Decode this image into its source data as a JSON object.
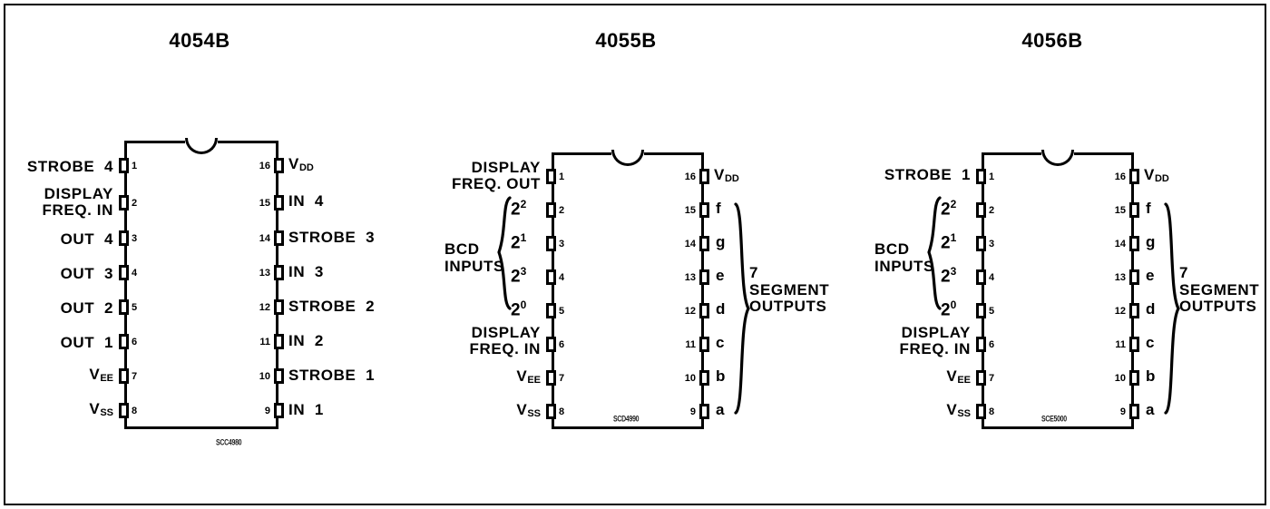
{
  "page": {
    "background_color": "#ffffff",
    "ink_color": "#000000",
    "border_color": "#000000"
  },
  "chips": [
    {
      "title": "4054B",
      "part_code": "SCC4980",
      "package": "16-pin DIP",
      "left_pins": [
        {
          "num": "1",
          "label": "STROBE  4"
        },
        {
          "num": "2",
          "label": "DISPLAY\nFREQ. IN"
        },
        {
          "num": "3",
          "label": "OUT  4"
        },
        {
          "num": "4",
          "label": "OUT  3"
        },
        {
          "num": "5",
          "label": "OUT  2"
        },
        {
          "num": "6",
          "label": "OUT  1"
        },
        {
          "num": "7",
          "label": "V",
          "sub": "EE"
        },
        {
          "num": "8",
          "label": "V",
          "sub": "SS"
        }
      ],
      "right_pins": [
        {
          "num": "16",
          "label": "V",
          "sub": "DD"
        },
        {
          "num": "15",
          "label": "IN  4"
        },
        {
          "num": "14",
          "label": "STROBE  3"
        },
        {
          "num": "13",
          "label": "IN  3"
        },
        {
          "num": "12",
          "label": "STROBE  2"
        },
        {
          "num": "11",
          "label": "IN  2"
        },
        {
          "num": "10",
          "label": "STROBE  1"
        },
        {
          "num": "9",
          "label": "IN  1"
        }
      ],
      "left_group": null,
      "right_group": null
    },
    {
      "title": "4055B",
      "part_code": "SCD4990",
      "package": "16-pin DIP",
      "left_pins": [
        {
          "num": "1",
          "label": "DISPLAY\nFREQ. OUT"
        },
        {
          "num": "2",
          "label": "",
          "exp_base": "2",
          "exp_sup": "2"
        },
        {
          "num": "3",
          "label": "",
          "exp_base": "2",
          "exp_sup": "1"
        },
        {
          "num": "4",
          "label": "",
          "exp_base": "2",
          "exp_sup": "3"
        },
        {
          "num": "5",
          "label": "",
          "exp_base": "2",
          "exp_sup": "0"
        },
        {
          "num": "6",
          "label": "DISPLAY\nFREQ. IN"
        },
        {
          "num": "7",
          "label": "V",
          "sub": "EE"
        },
        {
          "num": "8",
          "label": "V",
          "sub": "SS"
        }
      ],
      "right_pins": [
        {
          "num": "16",
          "label": "V",
          "sub": "DD"
        },
        {
          "num": "15",
          "label": "f"
        },
        {
          "num": "14",
          "label": "g"
        },
        {
          "num": "13",
          "label": "e"
        },
        {
          "num": "12",
          "label": "d"
        },
        {
          "num": "11",
          "label": "c"
        },
        {
          "num": "10",
          "label": "b"
        },
        {
          "num": "9",
          "label": "a"
        }
      ],
      "left_group": {
        "label": "BCD\nINPUTS",
        "spans_pins": "2-5"
      },
      "right_group": {
        "label": "7\nSEGMENT\nOUTPUTS",
        "spans_pins": "15-9"
      }
    },
    {
      "title": "4056B",
      "part_code": "SCE5000",
      "package": "16-pin DIP",
      "left_pins": [
        {
          "num": "1",
          "label": "STROBE  1"
        },
        {
          "num": "2",
          "label": "",
          "exp_base": "2",
          "exp_sup": "2"
        },
        {
          "num": "3",
          "label": "",
          "exp_base": "2",
          "exp_sup": "1"
        },
        {
          "num": "4",
          "label": "",
          "exp_base": "2",
          "exp_sup": "3"
        },
        {
          "num": "5",
          "label": "",
          "exp_base": "2",
          "exp_sup": "0"
        },
        {
          "num": "6",
          "label": "DISPLAY\nFREQ. IN"
        },
        {
          "num": "7",
          "label": "V",
          "sub": "EE"
        },
        {
          "num": "8",
          "label": "V",
          "sub": "SS"
        }
      ],
      "right_pins": [
        {
          "num": "16",
          "label": "V",
          "sub": "DD"
        },
        {
          "num": "15",
          "label": "f"
        },
        {
          "num": "14",
          "label": "g"
        },
        {
          "num": "13",
          "label": "e"
        },
        {
          "num": "12",
          "label": "d"
        },
        {
          "num": "11",
          "label": "c"
        },
        {
          "num": "10",
          "label": "b"
        },
        {
          "num": "9",
          "label": "a"
        }
      ],
      "left_group": {
        "label": "BCD\nINPUTS",
        "spans_pins": "2-5"
      },
      "right_group": {
        "label": "7\nSEGMENT\nOUTPUTS",
        "spans_pins": "15-9"
      }
    }
  ]
}
